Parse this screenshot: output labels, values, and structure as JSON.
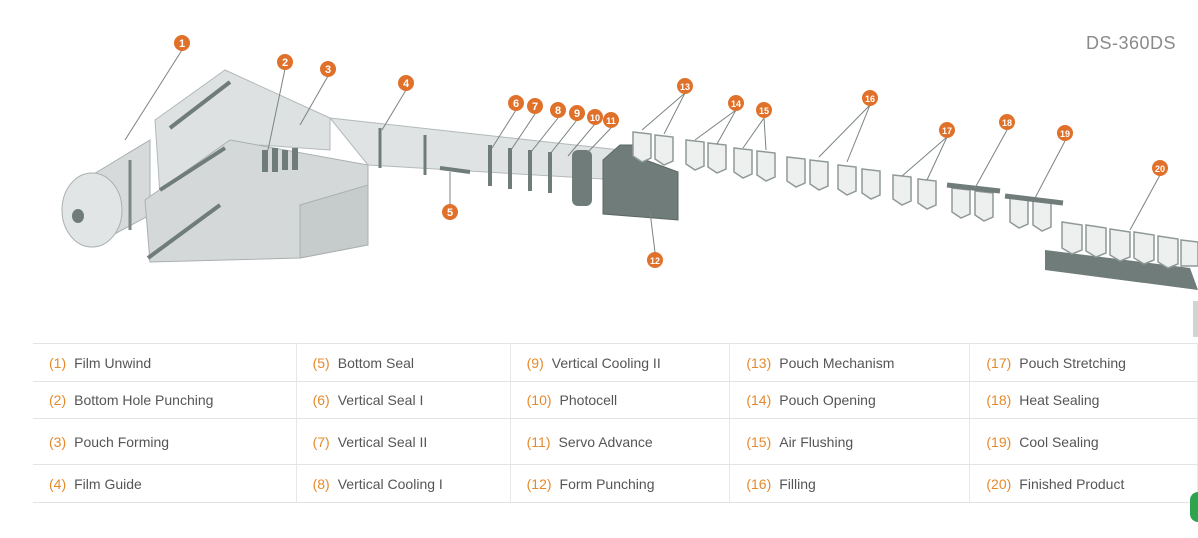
{
  "model": "DS-360DS",
  "colors": {
    "accent": "#e0712a",
    "machine": "#d4d8d9",
    "dark": "#6f7c79",
    "text": "#555555"
  },
  "markers": [
    "1",
    "2",
    "3",
    "4",
    "5",
    "6",
    "7",
    "8",
    "9",
    "10",
    "11",
    "12",
    "13",
    "14",
    "15",
    "16",
    "17",
    "18",
    "19",
    "20"
  ],
  "legend": [
    [
      {
        "num": "(1)",
        "label": "Film Unwind"
      },
      {
        "num": "(5)",
        "label": "Bottom Seal"
      },
      {
        "num": "(9)",
        "label": "Vertical Cooling II"
      },
      {
        "num": "(13)",
        "label": "Pouch Mechanism"
      },
      {
        "num": "(17)",
        "label": "Pouch Stretching"
      }
    ],
    [
      {
        "num": "(2)",
        "label": "Bottom Hole Punching"
      },
      {
        "num": "(6)",
        "label": "Vertical Seal I"
      },
      {
        "num": "(10)",
        "label": "Photocell"
      },
      {
        "num": "(14)",
        "label": "Pouch Opening"
      },
      {
        "num": "(18)",
        "label": "Heat Sealing"
      }
    ],
    [
      {
        "num": "(3)",
        "label": "Pouch Forming"
      },
      {
        "num": "(7)",
        "label": "Vertical Seal II"
      },
      {
        "num": "(11)",
        "label": "Servo Advance"
      },
      {
        "num": "(15)",
        "label": "Air Flushing"
      },
      {
        "num": "(19)",
        "label": "Cool Sealing"
      }
    ],
    [
      {
        "num": "(4)",
        "label": "Film Guide"
      },
      {
        "num": "(8)",
        "label": "Vertical Cooling I"
      },
      {
        "num": "(12)",
        "label": "Form Punching"
      },
      {
        "num": "(16)",
        "label": "Filling"
      },
      {
        "num": "(20)",
        "label": "Finished Product"
      }
    ]
  ]
}
